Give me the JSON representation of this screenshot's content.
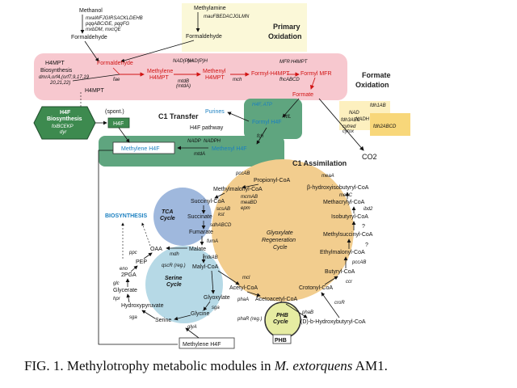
{
  "colors": {
    "primary_oxidation_bg": "#fbf8d8",
    "h4mpt_band": "#f7c8cf",
    "formate_oxidation_bg": "#fdf0bf",
    "c1_assimilation": "#5fa57f",
    "h4f_hex": "#3d8a4f",
    "tca_cycle": "#9fb8dd",
    "glyoxylate_cycle": "#f2cd8e",
    "serine_cycle": "#b6d9e6",
    "phb_cycle": "#e6eca2",
    "red_text": "#d11414",
    "blue_text": "#1a7fc0"
  },
  "top": {
    "methanol": "Methanol",
    "methanol_genes": [
      "mxaWFJGIRSACKLDEHB",
      "pqqABC/DE, pqqFG",
      "mxbDM, mxcQE"
    ],
    "formaldehyde_a": "Formaldehyde",
    "methylamine": "Methylamine",
    "methylamine_genes": "mauFBEDACJGLMN",
    "formaldehyde_b": "Formaldehyde",
    "primary_oxidation": [
      "Primary",
      "Oxidation"
    ]
  },
  "h4mpt": {
    "title": "H4MPT",
    "biosynthesis": "Biosynthesis",
    "genes": [
      "dmrA,orf4,(orf7,9,17,19",
      "20,21,22)"
    ],
    "formaldehyde": "Formaldehyde",
    "h4mpt_label": "H4MPT",
    "fae": "fae",
    "methylene": [
      "Methylene",
      "H4MPT"
    ],
    "mtdb": [
      "mtdB",
      "(mtdA)"
    ],
    "nadp_a": "NAD(P)H",
    "nadp_b": "NAD(P)H",
    "methenyl": [
      "Methenyl",
      "H4MPT"
    ],
    "mch": "mch",
    "formyl_h4mpt": "Formyl-H4MPT",
    "fhcabcd": "fhcABCD",
    "mfr": "MFR",
    "h4mpt_small": "H4MPT",
    "formyl_mfr": "Formyl MFR",
    "formate": "Formate"
  },
  "formate_ox": {
    "title": [
      "Formate",
      "Oxidation"
    ],
    "fdh1ab": "fdh1AB",
    "nad": "NAD",
    "nadh": "NADH",
    "fdh3abc": "fdh3ABC",
    "cytred": "cytred",
    "cytox": "cytox",
    "fdh2abcd": "fdh2ABCD",
    "co2": "CO2"
  },
  "h4f": {
    "hex_title": [
      "H4F",
      "Biosynthesis"
    ],
    "hex_genes": [
      "folBCEKP",
      "dyr"
    ],
    "spont": "(spont.)",
    "h4f_box": "H4F",
    "c1_transfer": "C1 Transfer",
    "h4f_pathway": "H4F pathway",
    "purines": "Purines",
    "h4f_atp": "H4F, ATP",
    "ftfl": "ftfL",
    "formyl_h4f": "Formyl H4F",
    "fch": "fch",
    "methylene_h4f": "Methylene H4F",
    "nadp": "NADP",
    "nadph": "NADPH",
    "mtda": "mtdA",
    "methenyl_h4f": "Methenyl H4F",
    "c1_assimilation": "C1 Assimilation"
  },
  "assim": {
    "pccab_top": "pccAB",
    "propionyl_coa": "Propionyl-CoA",
    "meaa": "meaA",
    "methylmalonyl_coa": "Methylmalonyl-CoA",
    "hydroxyisobutyryl": "β-hydroxyisobutyryl-CoA",
    "mcmab": "mcmAB",
    "meabd": "meaBD",
    "epm": "epm",
    "meac": "meaC",
    "succinyl_coa": "Succinyl-CoA",
    "methacrylyl": "Methacrylyl-CoA",
    "scsab": "scsAB",
    "kst": "kst",
    "ibd2": "ibd2",
    "tca": [
      "TCA",
      "Cycle"
    ],
    "succinate": "Succinate",
    "isobutyryl": "Isobutyryl-CoA",
    "sdhabcd": "sdhABCD",
    "glyox": [
      "Glyoxylate",
      "Regeneration",
      "Cycle"
    ],
    "biosynthesis": "BIOSYNTHESIS",
    "fumarate": "Fumarate",
    "methylsuccinyl": "Methylsuccinyl-CoA",
    "fuma": "fumA",
    "q1": "?",
    "q2": "?",
    "oaa": "OAA",
    "ppc": "ppc",
    "mdh": "mdh",
    "malate": "Malate",
    "ethylmalonyl": "Ethylmalonyl-CoA",
    "mtkab": "mtkAB",
    "pep": "PEP",
    "eno": "eno",
    "qscr": "qscR (reg.)",
    "pccab_mid": "pccAB",
    "malyl_coa": "Malyl-CoA",
    "twopga": "2PGA",
    "serine": [
      "Serine",
      "Cycle"
    ],
    "butyryl": "Butyryl-CoA",
    "mcl": "mcl",
    "glc": "glc",
    "ccr": "ccr",
    "glycerate": "Glycerate",
    "acetyl_coa": "Acetyl-CoA",
    "crotonyl": "Crotonyl-CoA",
    "hpr": "hpr",
    "glyoxylate": "Glyoxylate",
    "phaa": "phaA",
    "hydroxypyruvate": "Hydroxypyruvate",
    "acetoacetyl": "Acetoacetyl-CoA",
    "sga_a": "sga",
    "glycine": "Glycine",
    "sga_b": "sga",
    "phab": "phaB",
    "crorr": "croR",
    "serine_label": "Serine",
    "glya": "glyA",
    "phb_cycle": [
      "PHB",
      "Cycle"
    ],
    "dhydroxy": "(D)-b-Hydroxybutyryl-CoA",
    "phar": "phaR (reg.)",
    "phb": "PHB",
    "methylene_h4f_box": "Methylene H4F"
  },
  "caption": {
    "prefix": "FIG. 1. Methylotrophy metabolic modules in ",
    "italic": "M. extorquens",
    "suffix": " AM1."
  }
}
